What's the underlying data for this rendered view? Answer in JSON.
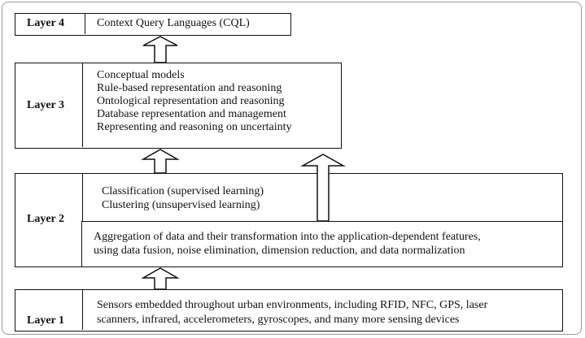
{
  "layers": [
    {
      "label": "Layer 4",
      "lines": [
        "Context Query Languages (CQL)"
      ]
    },
    {
      "label": "Layer 3",
      "lines": [
        "Conceptual models",
        "Rule-based representation and reasoning",
        "Ontological representation and reasoning",
        "Database representation and management",
        "Representing and reasoning on uncertainty"
      ]
    },
    {
      "label": "Layer 2",
      "upper_lines": [
        "Classification (supervised learning)",
        "Clustering (unsupervised learning)"
      ],
      "lower_lines": [
        "Aggregation of data and their transformation into the application-dependent features,",
        "using  data fusion, noise  elimination, dimension reduction, and data normalization"
      ]
    },
    {
      "label": "Layer 1",
      "lines": [
        "Sensors embedded throughout urban environments, including RFID, NFC, GPS, laser",
        "scanners, infrared, accelerometers, gyroscopes, and many more sensing devices"
      ]
    }
  ]
}
